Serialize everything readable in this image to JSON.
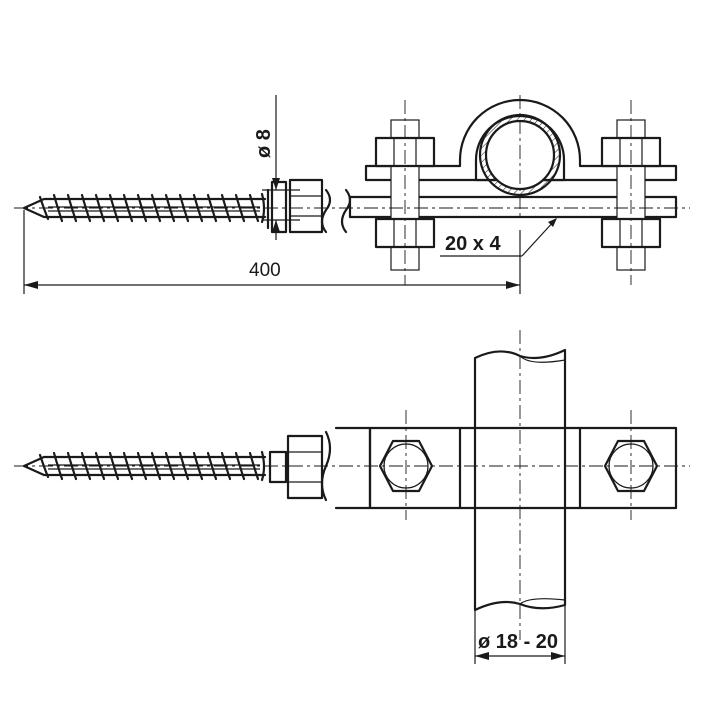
{
  "dimensions": {
    "bolt_diameter": "ø 8",
    "total_length": "400",
    "strip_size": "20 x 4",
    "pipe_range": "ø 18 - 20"
  }
}
